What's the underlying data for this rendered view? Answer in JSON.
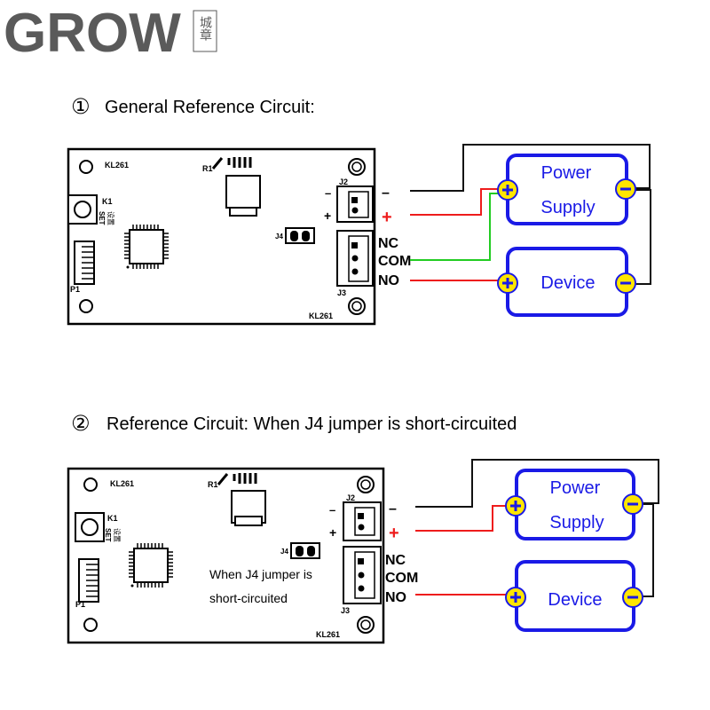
{
  "logo": {
    "brand": "GROW",
    "seal_text": "城章"
  },
  "sections": [
    {
      "number": "①",
      "title": "General Reference Circuit:",
      "board": {
        "model_top": "KL261",
        "model_bottom": "KL261",
        "r1": "R1",
        "k1": "K1",
        "set": "SET",
        "set_cn": "设置",
        "p1": "P1",
        "j2": "J2",
        "j3": "J3",
        "j4": "J4",
        "minus": "–",
        "plus": "+"
      },
      "wires": {
        "neg": "–",
        "pos": "+",
        "nc": "NC",
        "com": "COM",
        "no": "NO"
      },
      "power_box": {
        "line1": "Power",
        "line2": "Supply"
      },
      "device_box": {
        "label": "Device"
      },
      "note": ""
    },
    {
      "number": "②",
      "title": "Reference Circuit: When J4 jumper is short-circuited",
      "board": {
        "model_top": "KL261",
        "model_bottom": "KL261",
        "r1": "R1",
        "k1": "K1",
        "set": "SET",
        "set_cn": "设置",
        "p1": "P1",
        "j2": "J2",
        "j3": "J3",
        "j4": "J4",
        "minus": "–",
        "plus": "+"
      },
      "wires": {
        "neg": "–",
        "pos": "+",
        "nc": "NC",
        "com": "COM",
        "no": "NO"
      },
      "power_box": {
        "line1": "Power",
        "line2": "Supply"
      },
      "device_box": {
        "label": "Device"
      },
      "note": {
        "line1": "When J4 jumper is",
        "line2": "short-circuited"
      }
    }
  ],
  "terminal_symbols": {
    "plus": "+",
    "minus": "−"
  },
  "colors": {
    "blue": "#1a1ae6",
    "yellow": "#ffe600",
    "red": "#ee1c1c",
    "green": "#22cc22",
    "black": "#111111",
    "grey": "#5a5a5a"
  }
}
